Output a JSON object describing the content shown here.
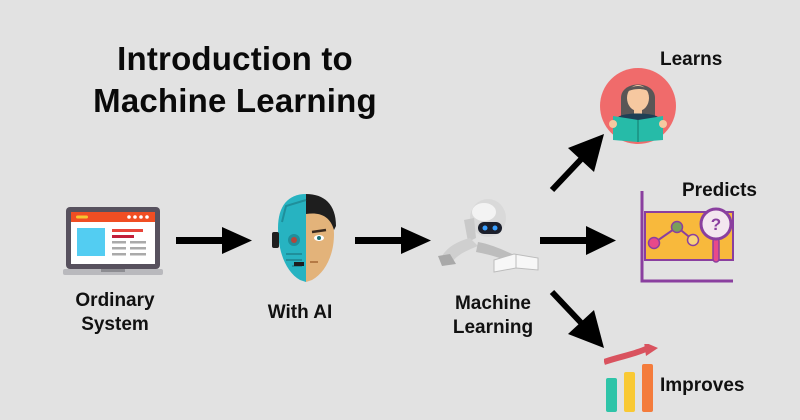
{
  "title": {
    "line1": "Introduction to",
    "line2": "Machine Learning"
  },
  "nodes": [
    {
      "id": "ordinary",
      "line1": "Ordinary",
      "line2": "System",
      "icon": "laptop-icon"
    },
    {
      "id": "with_ai",
      "label": "With AI",
      "icon": "cyborg-face-icon"
    },
    {
      "id": "machine_learning",
      "line1": "Machine",
      "line2": "Learning",
      "icon": "robot-reading-icon"
    }
  ],
  "outcomes": [
    {
      "id": "learns",
      "label": "Learns",
      "icon": "person-reading-book-icon"
    },
    {
      "id": "predicts",
      "label": "Predicts",
      "icon": "chart-magnifier-question-icon"
    },
    {
      "id": "improves",
      "label": "Improves",
      "icon": "rising-bar-chart-icon"
    }
  ],
  "edges": [
    {
      "from": "ordinary",
      "to": "with_ai"
    },
    {
      "from": "with_ai",
      "to": "machine_learning"
    },
    {
      "from": "machine_learning",
      "to": "learns"
    },
    {
      "from": "machine_learning",
      "to": "predicts"
    },
    {
      "from": "machine_learning",
      "to": "improves"
    }
  ],
  "colors": {
    "background": "#e2e2e2",
    "text": "#111111",
    "arrow": "#000000",
    "laptop_frame": "#57515e",
    "laptop_header": "#f04e23",
    "laptop_image": "#53cdf2",
    "cyborg_teal": "#27b3c1",
    "skin": "#e3b37a",
    "hair": "#1e1e1e",
    "learns_circle": "#f06b6b",
    "book_teal": "#26bba8",
    "chart_yellow": "#f8b93c",
    "chart_frame": "#8a3f9f",
    "magnifier_pink": "#e8498a",
    "bar_teal": "#2ec4a8",
    "bar_yellow": "#f9c934",
    "bar_orange": "#f47c3c",
    "trend_arrow": "#d9535f"
  }
}
